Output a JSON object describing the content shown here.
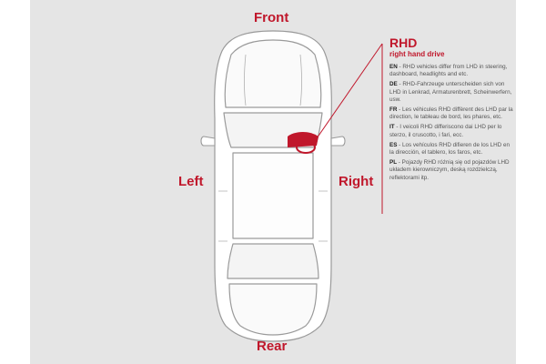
{
  "labels": {
    "front": "Front",
    "rear": "Rear",
    "left": "Left",
    "right": "Right"
  },
  "info": {
    "title": "RHD",
    "subtitle": "right hand drive",
    "entries": [
      {
        "code": "EN",
        "text": " - RHD vehicles differ from LHD in steering, dashboard, headlights and etc."
      },
      {
        "code": "DE",
        "text": " - RHD-Fahrzeuge unterscheiden sich von LHD in Lenkrad, Armaturenbrett, Scheinwerfern, usw."
      },
      {
        "code": "FR",
        "text": " - Les véhicules RHD diffèrent des LHD par la direction, le tableau de bord, les phares, etc."
      },
      {
        "code": "IT",
        "text": " - I veicoli RHD differiscono dai LHD per lo sterzo, il cruscotto, i fari, ecc."
      },
      {
        "code": "ES",
        "text": " - Los vehículos RHD difieren de los LHD en la dirección, el tablero, los faros, etc."
      },
      {
        "code": "PL",
        "text": " - Pojazdy RHD różnią się od pojazdów LHD układem kierowniczym, deską rozdzielczą, reflektorami itp."
      }
    ]
  },
  "colors": {
    "accent": "#c0172b",
    "background": "#e5e5e5",
    "car_outline": "#9a9a9a"
  }
}
